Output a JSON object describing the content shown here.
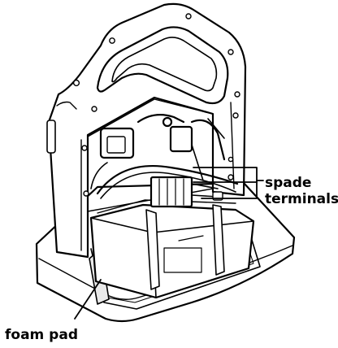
{
  "labels": {
    "spade_terminals_line1": "spade",
    "spade_terminals_line2": "terminals",
    "foam_pad": "foam pad"
  },
  "colors": {
    "line": "#000000",
    "fill": "#ffffff",
    "shade": "#e9e9e9"
  }
}
